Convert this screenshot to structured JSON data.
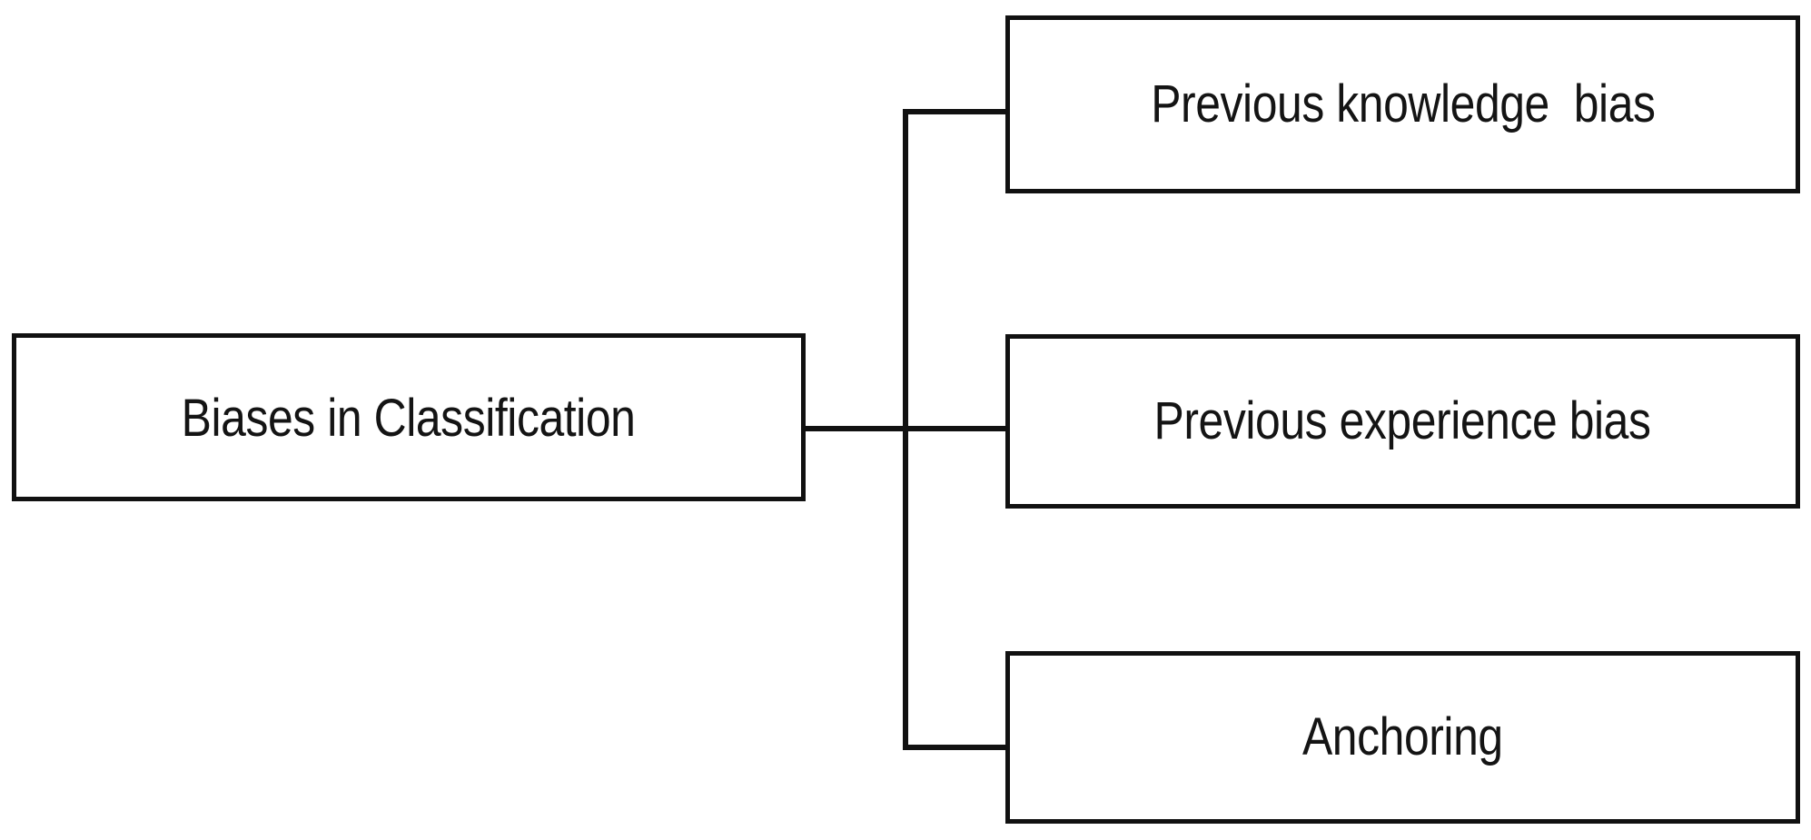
{
  "diagram": {
    "type": "tree",
    "orientation": "left-to-right",
    "root": {
      "label": "Biases in Classification"
    },
    "children": [
      {
        "label": "Previous knowledge  bias"
      },
      {
        "label": "Previous experience bias"
      },
      {
        "label": "Anchoring"
      }
    ],
    "colors": {
      "background": "#ffffff",
      "box_fill": "#ffffff",
      "box_border": "#111111",
      "connector": "#111111",
      "text": "#141414"
    }
  }
}
